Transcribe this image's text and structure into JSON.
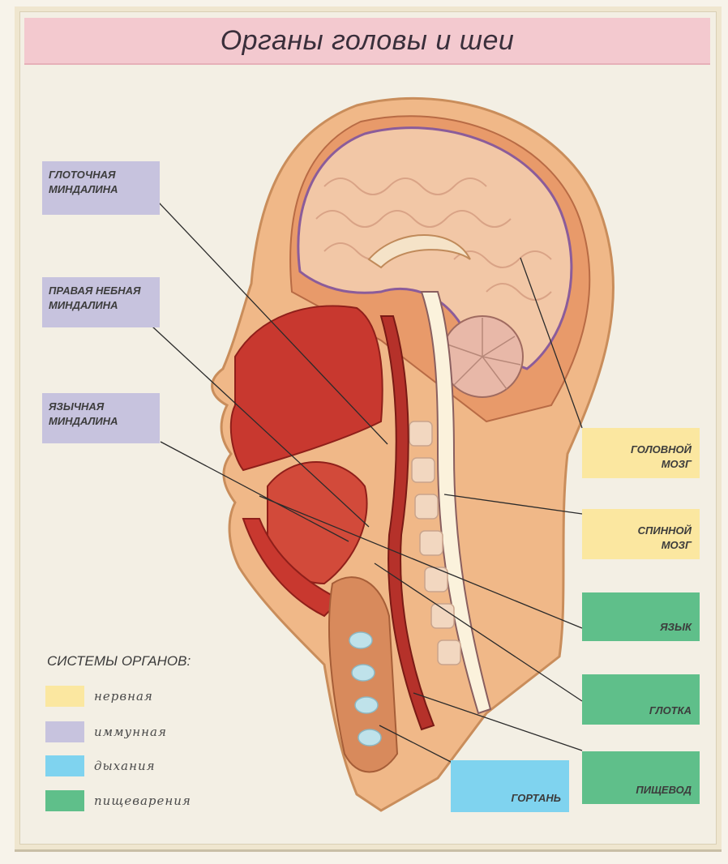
{
  "title": "Органы головы и шеи",
  "colors": {
    "nervous": "#fbe7a0",
    "immune": "#c7c3de",
    "respiratory": "#7fd3ef",
    "digestive": "#5fbf8a",
    "skin": "#f1c28f",
    "brain": "#f2c7a6",
    "muscle": "#c8382f"
  },
  "labels": {
    "pharyngeal_tonsil": "ГЛОТОЧНАЯ\nМИНДАЛИНА",
    "palatine_tonsil": "ПРАВАЯ НЕБНАЯ\nМИНДАЛИНА",
    "lingual_tonsil": "ЯЗЫЧНАЯ\nМИНДАЛИНА",
    "brain": "ГОЛОВНОЙ\nМОЗГ",
    "spinal_cord": "СПИННОЙ\nМОЗГ",
    "tongue": "ЯЗЫК",
    "pharynx": "ГЛОТКА",
    "esophagus": "ПИЩЕВОД",
    "larynx": "ГОРТАНЬ"
  },
  "legend": {
    "title": "СИСТЕМЫ ОРГАНОВ:",
    "items": [
      {
        "label": "нервная",
        "color": "#fbe7a0"
      },
      {
        "label": "иммунная",
        "color": "#c7c3de"
      },
      {
        "label": "дыхания",
        "color": "#7fd3ef"
      },
      {
        "label": "пищеварения",
        "color": "#5fbf8a"
      }
    ]
  }
}
